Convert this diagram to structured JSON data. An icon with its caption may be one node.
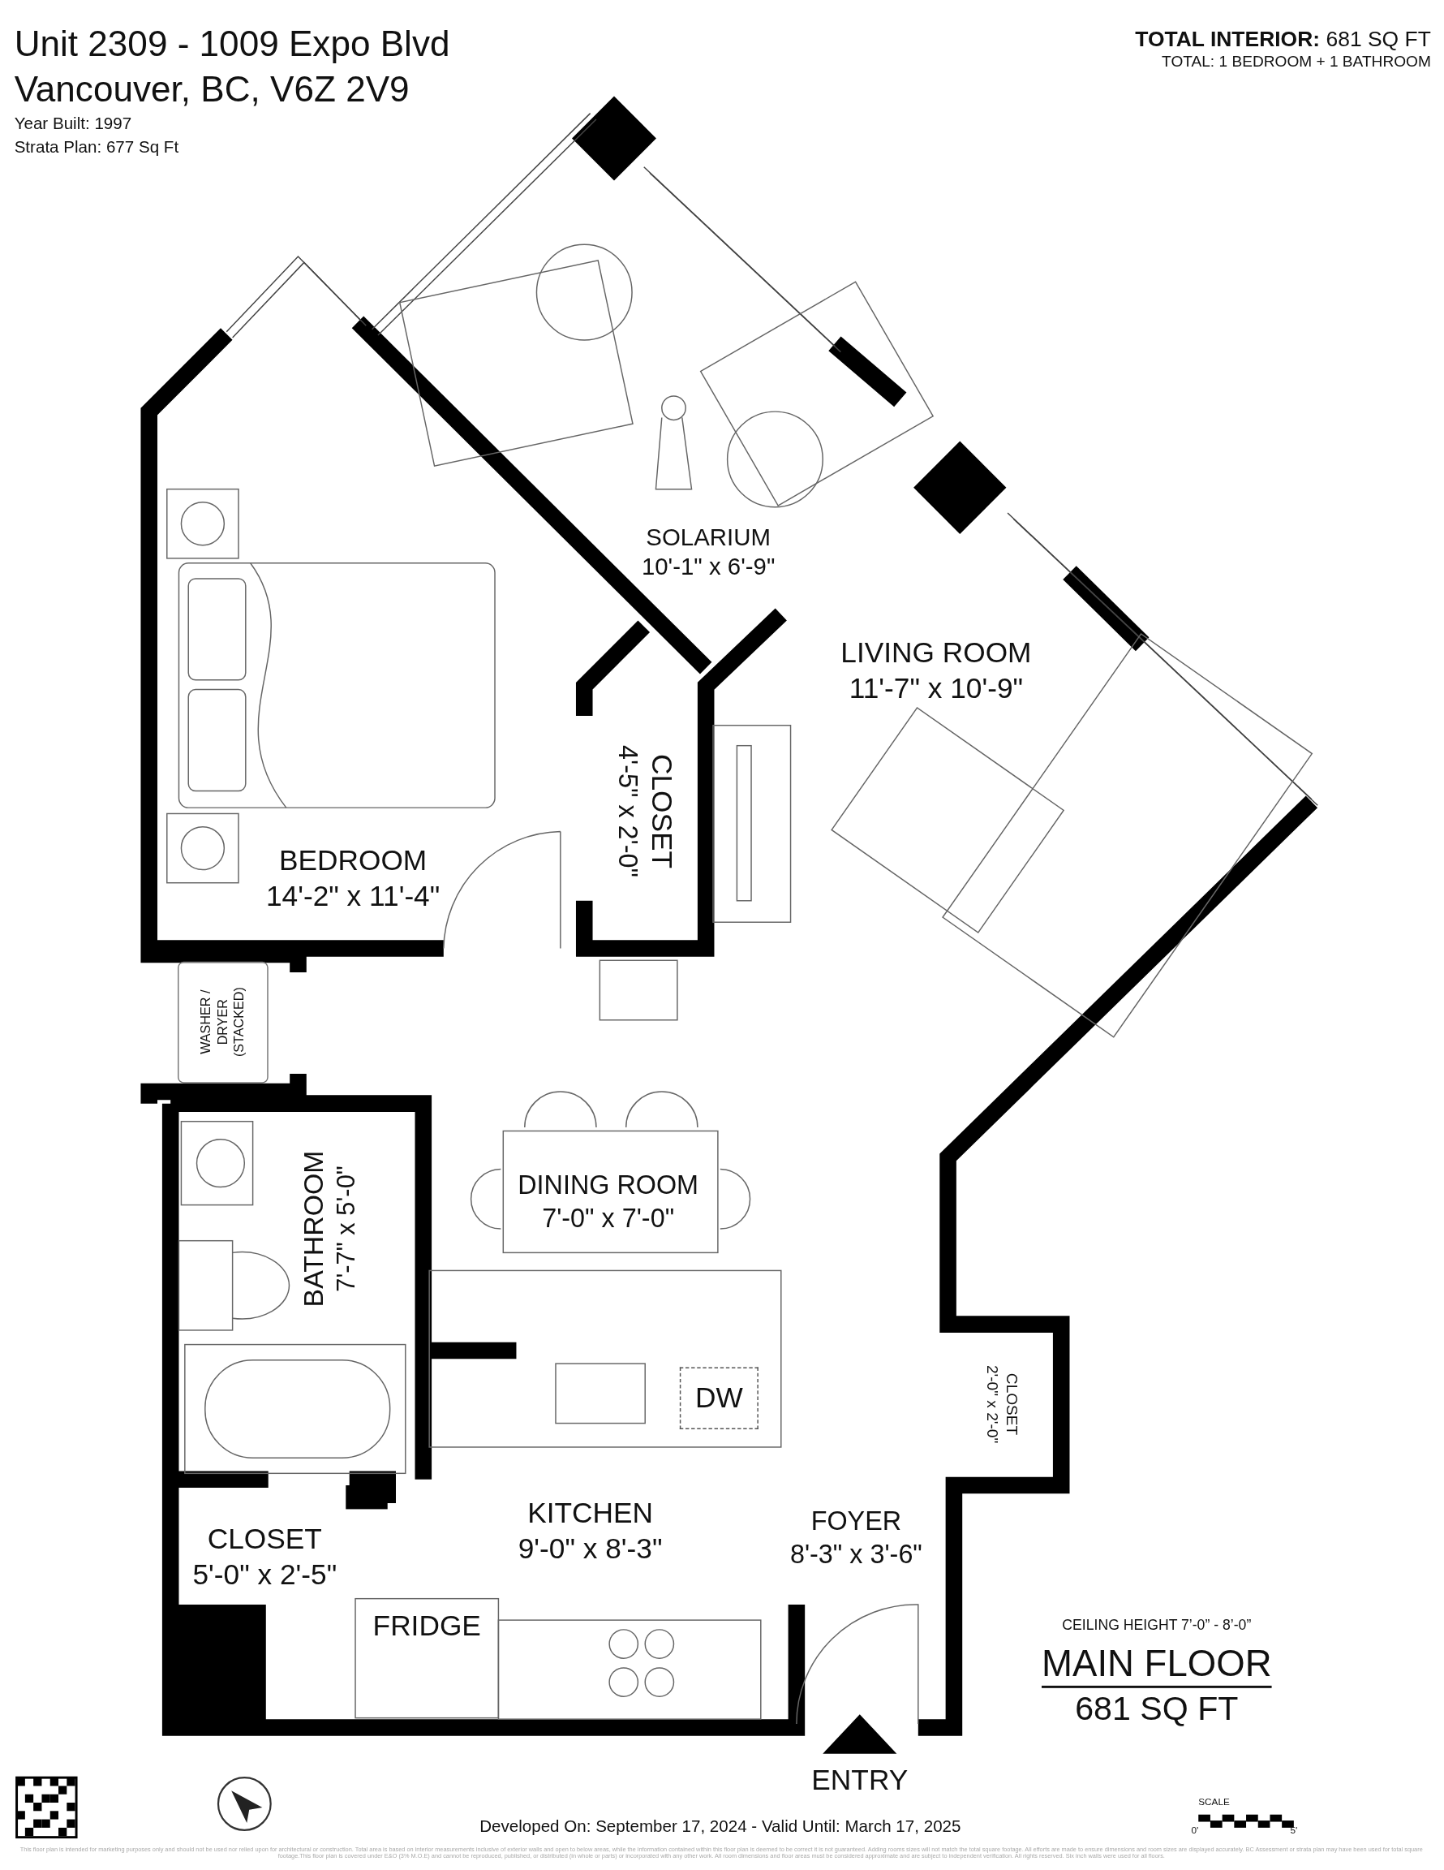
{
  "diagram": {
    "title": "Unit 2309 - 1009 Expo Blvd",
    "nodes": [
      {
        "text": [
          "SOLARIUM",
          "10'-1\" x 6'-9\""
        ]
      },
      {
        "text": [
          "LIVING ROOM",
          "11'-7\" x 10'-9\""
        ]
      },
      {
        "text": [
          "CLOSET",
          "4'-5\" x 2'-0\""
        ]
      },
      {
        "text": [
          "BEDROOM",
          "14'-2\" x 11'-4\""
        ]
      },
      {
        "text": [
          "WASHER / DRYER (STACKED)"
        ]
      },
      {
        "text": [
          "BATHROOM",
          "7'-7\" x 5'-0\""
        ]
      },
      {
        "text": [
          "DINING ROOM",
          "7'-0\" x 7'-0\""
        ]
      },
      {
        "text": [
          "DW"
        ]
      },
      {
        "text": [
          "CLOSET",
          "2'-0\" x 2'-0\""
        ]
      },
      {
        "text": [
          "KITCHEN",
          "9'-0\" x 8'-3\""
        ]
      },
      {
        "text": [
          "FOYER",
          "8'-3\" x 3'-6\""
        ]
      },
      {
        "text": [
          "CLOSET",
          "5'-0\" x 2'-5\""
        ]
      }
    ],
    "labels": [
      "Vancouver, BC, V6Z 2V9",
      "Year Built: 1997",
      "Strata Plan: 677 Sq Ft",
      "**TOTAL INTERIOR:** 681 SQ FT",
      "TOTAL: 1 BEDROOM + 1 BATHROOM",
      "FRIDGE",
      "CEILING HEIGHT 7’-0” - 8’-0”",
      "MAIN FLOOR",
      "681 SQ FT",
      "ENTRY",
      "Developed On: September 17, 2024 - Valid Until: March 17, 2025",
      "SCALE",
      "0'",
      "5'",
      "This floor plan is intended for marketing purposes only and should not be used nor relied upon for architectural or construction. Total area is based on interior measurements inclusive of exterior walls and open to below areas, while the information contained within this floor plan is deemed to be correct it is not guaranteed. Adding rooms sizes will not match the total square footage. All efforts are made to ensure dimensions and room sizes are displayed accurately. BC Assessment or strata plan may have been used for total square footage.This floor plan is covered under E&O (3% M.O.E) and cannot be reproduced, published, or distributed (in whole or parts) or incorporated with any other work. All room dimensions and floor areas must be considered approximate and are subject to independent verification. All rights reserved. Six inch walls were used for all floors."
    ]
  }
}
